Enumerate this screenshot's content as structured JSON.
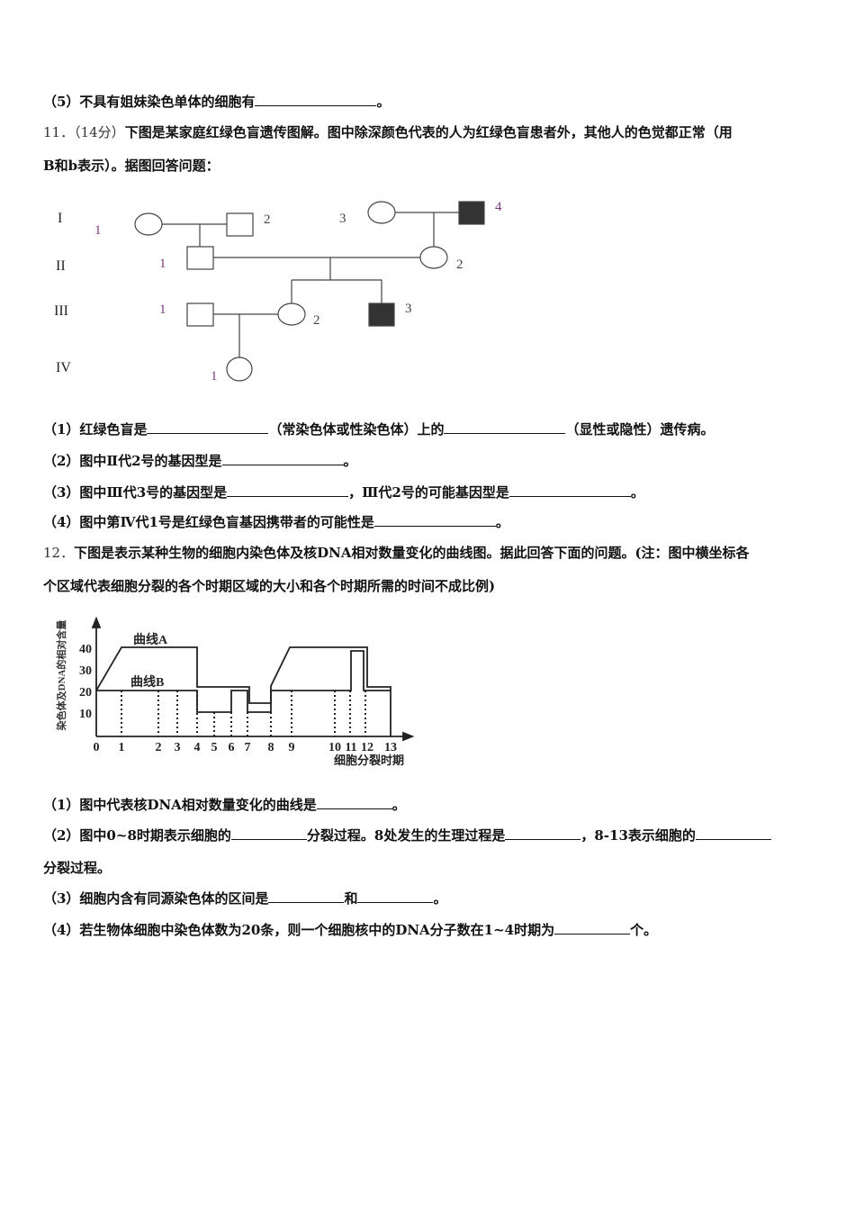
{
  "prev_question": {
    "item5": {
      "prefix": "（5）不具有姐妹染色单体的细胞有",
      "suffix": "。"
    }
  },
  "q11": {
    "number": "11．",
    "score": "（14分）",
    "stem_line1": "下图是某家庭红绿色盲遗传图解。图中除深颜色代表的人为红绿色盲患者外，其他人的色觉都正常（用",
    "stem_line2": "B和b表示）。据图回答问题：",
    "pedigree": {
      "generations": [
        "I",
        "II",
        "III",
        "IV"
      ],
      "individuals": [
        {
          "gen": "I",
          "id": "1",
          "sex": "female",
          "affected": false
        },
        {
          "gen": "I",
          "id": "2",
          "sex": "male",
          "affected": false
        },
        {
          "gen": "I",
          "id": "3",
          "sex": "female",
          "affected": false
        },
        {
          "gen": "I",
          "id": "4",
          "sex": "male",
          "affected": true
        },
        {
          "gen": "II",
          "id": "1",
          "sex": "male",
          "affected": false
        },
        {
          "gen": "II",
          "id": "2",
          "sex": "female",
          "affected": false
        },
        {
          "gen": "III",
          "id": "1",
          "sex": "male",
          "affected": false
        },
        {
          "gen": "III",
          "id": "2",
          "sex": "female",
          "affected": false
        },
        {
          "gen": "III",
          "id": "3",
          "sex": "male",
          "affected": true
        },
        {
          "gen": "IV",
          "id": "1",
          "sex": "female",
          "affected": false
        }
      ],
      "label_color": "#7a3a7a",
      "affected_color": "#333333"
    },
    "questions": [
      {
        "p1": "（1）红绿色盲是",
        "p2": "（常染色体或性染色体）上的",
        "p3": "（显性或隐性）遗传病。"
      },
      {
        "p1": "（2）图中Ⅱ代2号的基因型是",
        "p2": "。"
      },
      {
        "p1": "（3）图中Ⅲ代3号的基因型是",
        "p2": "，Ⅲ代2号的可能基因型是",
        "p3": "。"
      },
      {
        "p1": "（4）图中第Ⅳ代1号是红绿色盲基因携带者的可能性是",
        "p2": "。"
      }
    ]
  },
  "q12": {
    "number": "12．",
    "stem_line1": "下图是表示某种生物的细胞内染色体及核DNA相对数量变化的曲线图。据此回答下面的问题。(注：图中横坐标各",
    "stem_line2": "个区域代表细胞分裂的各个时期区域的大小和各个时期所需的时间不成比例)",
    "questions": [
      {
        "p1": "（1）图中代表核DNA相对数量变化的曲线是",
        "p2": "。"
      },
      {
        "p1": "（2）图中0~8时期表示细胞的",
        "p2": "分裂过程。8处发生的生理过程是",
        "p3": "，8-13表示细胞的",
        "p4": "分裂过程。"
      },
      {
        "p1": "（3）细胞内含有同源染色体的区间是",
        "p2": "和",
        "p3": "。"
      },
      {
        "p1": "（4）若生物体细胞中染色体数为20条，则一个细胞核中的DNA分子数在1~4时期为",
        "p2": "个。"
      }
    ]
  },
  "chart_data": {
    "type": "line",
    "title": "",
    "xlabel": "细胞分裂时期",
    "ylabel": "染色体及DNA的相对含量",
    "x_ticks": [
      "0",
      "1",
      "2",
      "3",
      "4",
      "5",
      "6",
      "7",
      "8",
      "9",
      "10",
      "11",
      "12",
      "13"
    ],
    "y_ticks": [
      10,
      20,
      30,
      40
    ],
    "ylim": [
      0,
      45
    ],
    "grid": false,
    "series": [
      {
        "name": "曲线A",
        "description": "核DNA相对含量",
        "points": [
          [
            0,
            20
          ],
          [
            1,
            40
          ],
          [
            4,
            40
          ],
          [
            4,
            20
          ],
          [
            7,
            20
          ],
          [
            7,
            10
          ],
          [
            8,
            10
          ],
          [
            8,
            20
          ],
          [
            9,
            40
          ],
          [
            12,
            40
          ],
          [
            12,
            20
          ],
          [
            13,
            20
          ],
          [
            13,
            0
          ]
        ]
      },
      {
        "name": "曲线B",
        "description": "染色体相对含量",
        "points": [
          [
            0,
            20
          ],
          [
            4,
            20
          ],
          [
            4,
            10
          ],
          [
            6,
            10
          ],
          [
            6,
            20
          ],
          [
            7,
            20
          ],
          [
            7,
            10
          ],
          [
            8,
            10
          ],
          [
            8,
            20
          ],
          [
            11,
            20
          ],
          [
            11,
            40
          ],
          [
            12,
            40
          ],
          [
            12,
            20
          ],
          [
            13,
            20
          ],
          [
            13,
            0
          ]
        ]
      }
    ],
    "annotations": [
      "曲线A",
      "曲线B"
    ],
    "dotted_verticals_at": [
      1,
      2,
      3,
      4,
      5,
      6,
      7,
      8,
      9,
      10,
      11,
      12
    ]
  }
}
